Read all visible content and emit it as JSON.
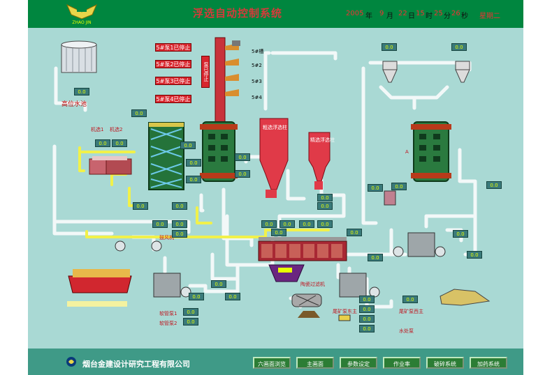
{
  "header": {
    "title": "浮选自动控制系统",
    "logo_text": "ZHAO JIN",
    "year": "2005",
    "year_unit": "年",
    "month": "9",
    "month_unit": "月",
    "day": "22",
    "day_unit": "日",
    "hour": "15",
    "hour_unit": "时",
    "minute": "25",
    "minute_unit": "分",
    "second": "26",
    "second_unit": "秒",
    "weekday": "星期二"
  },
  "labels": {
    "high_tank": "高位水池",
    "reagent1": "机选1",
    "reagent2": "机选2",
    "blower": "鼓风机",
    "col5": "5#槽",
    "col2": "5#2",
    "col3": "5#3",
    "col4": "5#4",
    "flot1": "粗选浮选柱",
    "flot2": "精选浮选柱",
    "filter": "陶瓷过滤机",
    "pump1": "软管泵1",
    "pump2": "软管泵2",
    "tail_east": "尾矿泵东主",
    "tail_west": "尾矿泵西主",
    "water_pump": "水处泵",
    "mixer_a": "A",
    "mixer_b": "A"
  },
  "stops": [
    "5#泵1已停止",
    "5#泵2已停止",
    "5#泵3已停止",
    "5#泵4已停止"
  ],
  "vertical_stop": "泵已停止",
  "readouts": {
    "r1": "0.0",
    "r2": "0.0",
    "r3": "0.0",
    "r4": "0.0",
    "r5": "0.0",
    "r6": "0.0",
    "r7": "0.0",
    "r8": "0.0",
    "r9": "0.0",
    "r10": "0.0",
    "r11": "0.0",
    "r12": "0.0",
    "r13": "0.0",
    "r14": "0.0",
    "r15": "0.0",
    "r16": "0.0",
    "r17": "0.0",
    "r18": "0.0",
    "r19": "0.0",
    "r20": "0.0",
    "r21": "0.0",
    "r22": "0.0",
    "r23": "0.0",
    "r24": "0.0",
    "r25": "0.0",
    "r26": "0.0",
    "r27": "0.0",
    "r28": "0.0",
    "r29": "0.0",
    "r30": "0.0",
    "r31": "0.0",
    "r32": "0.0",
    "r33": "0.0",
    "r34": "0.0",
    "r35": "0.0",
    "r36": "0.0",
    "r37": "0.0",
    "r38": "0.0",
    "r39": "0.0",
    "r40": "0.0"
  },
  "footer": {
    "company": "烟台金建设计研究工程有限公司",
    "nav": [
      "六画面浏览",
      "主画面",
      "参数设定",
      "作业率",
      "破碎系统",
      "加药系统"
    ]
  }
}
